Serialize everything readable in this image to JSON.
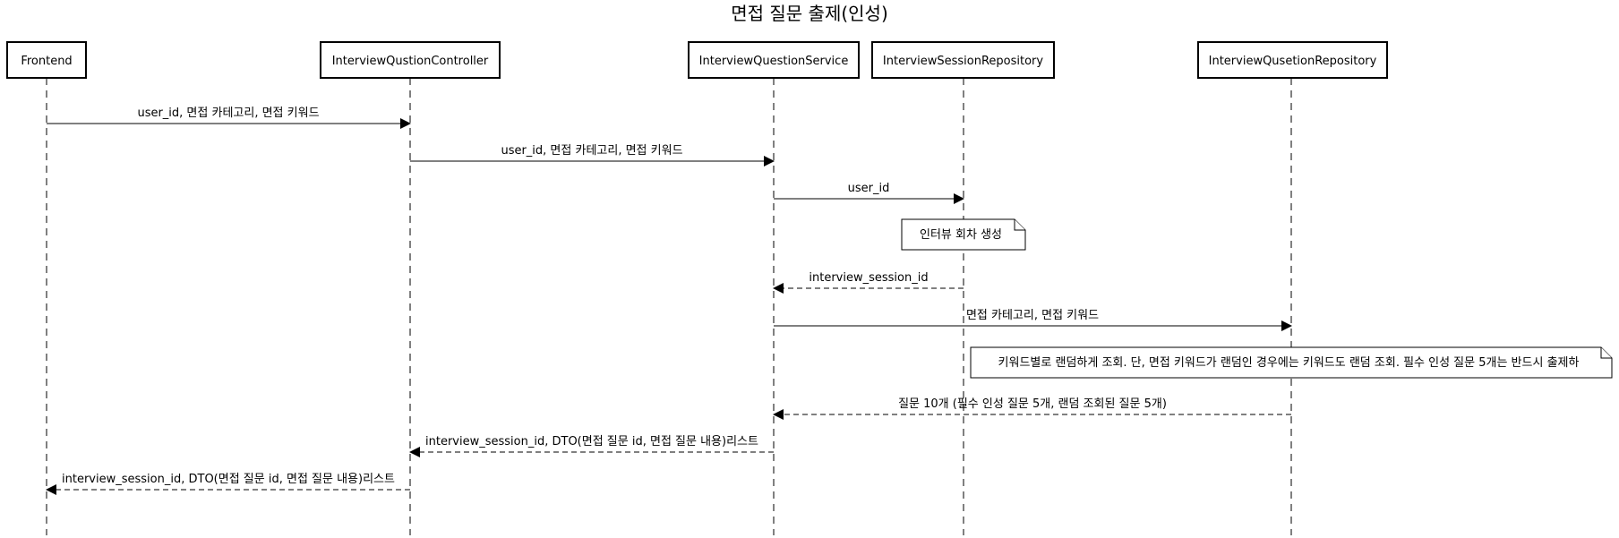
{
  "title": "면접 질문 출제(인성)",
  "participants": [
    {
      "id": "frontend",
      "label": "Frontend"
    },
    {
      "id": "controller",
      "label": "InterviewQustionController"
    },
    {
      "id": "service",
      "label": "InterviewQuestionService"
    },
    {
      "id": "session_repo",
      "label": "InterviewSessionRepository"
    },
    {
      "id": "question_repo",
      "label": "InterviewQusetionRepository"
    }
  ],
  "messages": [
    {
      "from": "frontend",
      "to": "controller",
      "label": "user_id, 면접 카테고리, 면접 키워드",
      "style": "solid"
    },
    {
      "from": "controller",
      "to": "service",
      "label": "user_id, 면접 카테고리, 면접 키워드",
      "style": "solid"
    },
    {
      "from": "service",
      "to": "session_repo",
      "label": "user_id",
      "style": "solid"
    },
    {
      "from": "session_repo",
      "to": "service",
      "label": "interview_session_id",
      "style": "dashed"
    },
    {
      "from": "service",
      "to": "question_repo",
      "label": "면접 카테고리, 면접 키워드",
      "style": "solid"
    },
    {
      "from": "question_repo",
      "to": "service",
      "label": "질문 10개 (필수 인성 질문 5개, 랜덤 조회된 질문 5개)",
      "style": "dashed"
    },
    {
      "from": "service",
      "to": "controller",
      "label": "interview_session_id, DTO(면접 질문 id, 면접 질문 내용)리스트",
      "style": "dashed"
    },
    {
      "from": "controller",
      "to": "frontend",
      "label": "interview_session_id, DTO(면접 질문 id, 면접 질문 내용)리스트",
      "style": "dashed"
    }
  ],
  "notes": [
    {
      "over": "session_repo",
      "text": "인터뷰 회차 생성"
    },
    {
      "over": "question_repo",
      "text": "키워드별로 랜덤하게 조회. 단, 면접 키워드가 랜덤인 경우에는 키워드도 랜덤 조회. 필수 인성 질문 5개는 반드시 출제하"
    }
  ]
}
